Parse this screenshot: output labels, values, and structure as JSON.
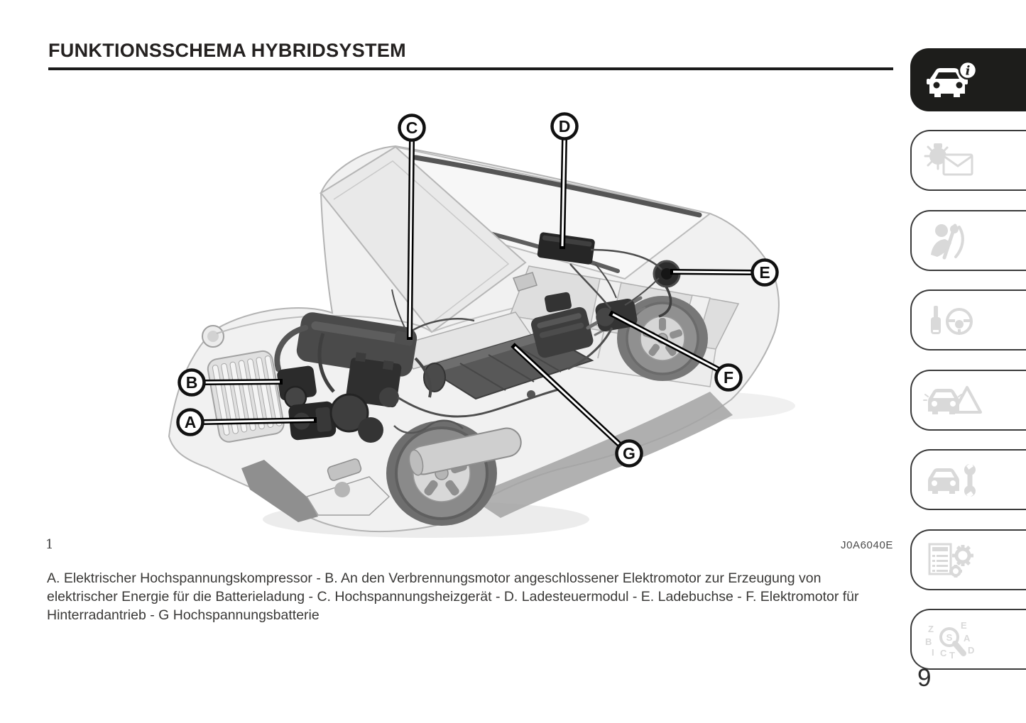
{
  "header": {
    "title": "FUNKTIONSSCHEMA HYBRIDSYSTEM"
  },
  "figure": {
    "number": "1",
    "code": "J0A6040E",
    "callouts": [
      {
        "label": "A"
      },
      {
        "label": "B"
      },
      {
        "label": "C"
      },
      {
        "label": "D"
      },
      {
        "label": "E"
      },
      {
        "label": "F"
      },
      {
        "label": "G"
      }
    ],
    "caption": "A. Elektrischer Hochspannungskompressor - B. An den Verbrennungsmotor angeschlossener Elektromotor zur Erzeugung von elektrischer Energie für die Batterieladung - C. Hochspannungsheizgerät - D. Ladesteuermodul - E. Ladebuchse - F. Elektromotor für Hinterradantrieb - G Hochspannungsbatterie"
  },
  "sidebar": {
    "tabs": [
      {
        "name": "vehicle-info",
        "icon": "car-info-icon",
        "active": true
      },
      {
        "name": "warning-lights-messages",
        "icon": "warning-light-envelope-icon",
        "active": false
      },
      {
        "name": "safety",
        "icon": "airbag-occupant-icon",
        "active": false
      },
      {
        "name": "starting-driving",
        "icon": "key-steering-wheel-icon",
        "active": false
      },
      {
        "name": "emergency",
        "icon": "car-warning-triangle-icon",
        "active": false
      },
      {
        "name": "servicing-care",
        "icon": "car-wrench-icon",
        "active": false
      },
      {
        "name": "technical-data",
        "icon": "spec-sheet-gears-icon",
        "active": false
      },
      {
        "name": "index",
        "icon": "magnifier-letters-icon",
        "active": false
      }
    ]
  },
  "footer": {
    "page_number": "9"
  },
  "colors": {
    "active_tab_bg": "#1d1d1b",
    "tab_border": "#3a3a3a",
    "icon_gray": "#d9d9d9",
    "text_dark": "#242120",
    "leader_line": "#000000"
  }
}
